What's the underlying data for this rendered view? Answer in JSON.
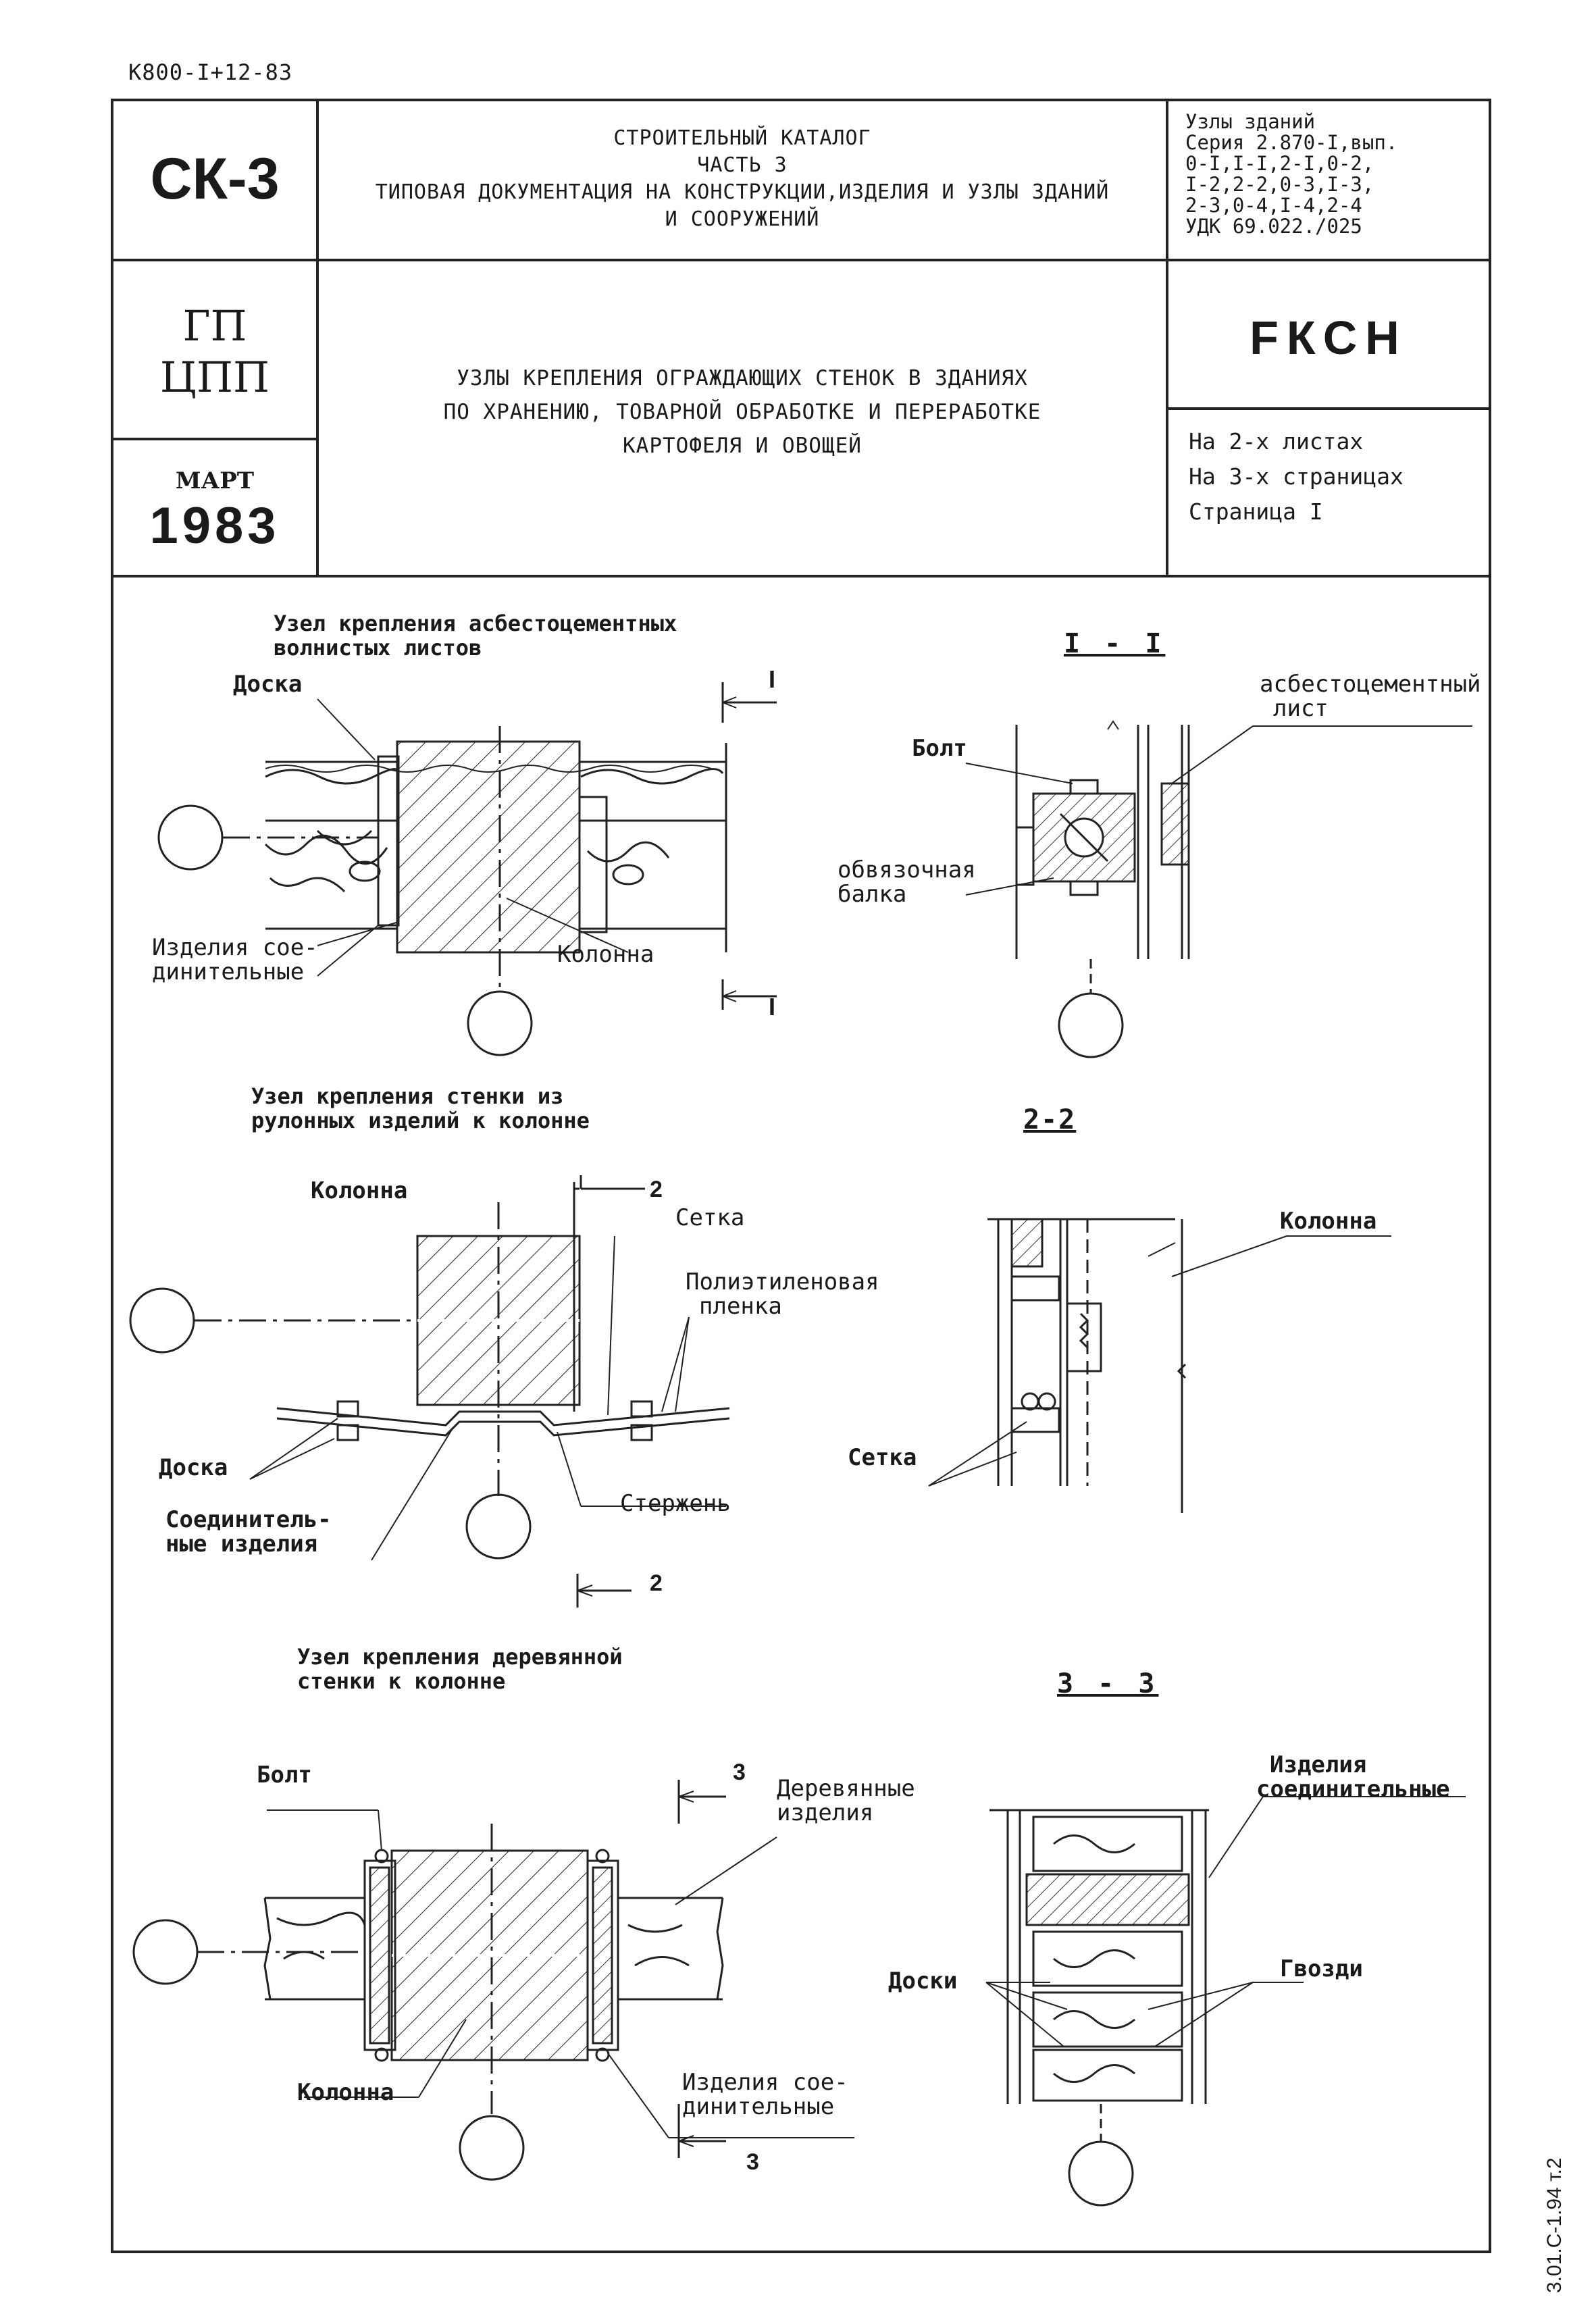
{
  "corner_code": "К800-I+12-83",
  "header": {
    "catalog_code": "СК-3",
    "catalog_title": [
      "СТРОИТЕЛЬНЫЙ КАТАЛОГ",
      "ЧАСТЬ 3",
      "ТИПОВАЯ ДОКУМЕНТАЦИЯ НА КОНСТРУКЦИИ,ИЗДЕЛИЯ И УЗЛЫ ЗДАНИЙ",
      "И СООРУЖЕНИЙ"
    ],
    "series_info": [
      "Узлы зданий",
      "Серия 2.870-I,вып.",
      "0-I,I-I,2-I,0-2,",
      "I-2,2-2,0-3,I-3,",
      "2-3,0-4,I-4,2-4",
      "УДК 69.022./025"
    ],
    "org": [
      "ГП",
      "ЦПП"
    ],
    "doc_title": [
      "УЗЛЫ КРЕПЛЕНИЯ ОГРАЖДАЮЩИХ СТЕНОК В ЗДАНИЯХ",
      "ПО ХРАНЕНИЮ, ТОВАРНОЙ ОБРАБОТКЕ И ПЕРЕРАБОТКЕ",
      "КАРТОФЕЛЯ И ОВОЩЕЙ"
    ],
    "code": "FКСН",
    "month": "МАРТ",
    "year": "1983",
    "sheets": [
      "На 2-х листах",
      "На 3-х страницах",
      "Страница I"
    ]
  },
  "node1": {
    "title": [
      "Узел крепления асбестоцементных",
      "волнистых листов"
    ],
    "board": "Доска",
    "connectors": [
      "Изделия сое-",
      "динительные"
    ],
    "column": "Колонна",
    "cut_mark": "I"
  },
  "section1": {
    "title": "I - I",
    "bolt": "Болт",
    "sheet": [
      "асбестоцементный",
      "лист"
    ],
    "beam": [
      "обвязочная",
      "балка"
    ]
  },
  "node2": {
    "title": [
      "Узел крепления стенки из",
      "рулонных изделий к колонне"
    ],
    "column": "Колонна",
    "mesh": "Сетка",
    "film": [
      "Полиэтиленовая",
      "пленка"
    ],
    "board": "Доска",
    "connectors": [
      "Соединитель-",
      "ные изделия"
    ],
    "rod": "Стержень",
    "cut_mark": "2"
  },
  "section2": {
    "title": "2-2",
    "column": "Колонна",
    "mesh": "Сетка"
  },
  "node3": {
    "title": [
      "Узел крепления деревянной",
      "стенки к колонне"
    ],
    "bolt": "Болт",
    "wood": [
      "Деревянные",
      "изделия"
    ],
    "column": "Колонна",
    "connectors": [
      "Изделия сое-",
      "динительные"
    ],
    "cut_mark": "3"
  },
  "section3": {
    "title": "3 - 3",
    "connectors": [
      "Изделия",
      "соединительные"
    ],
    "boards": "Доски",
    "nails": "Гвозди"
  },
  "side_stamp": "3.01.С-1.94 т.2"
}
